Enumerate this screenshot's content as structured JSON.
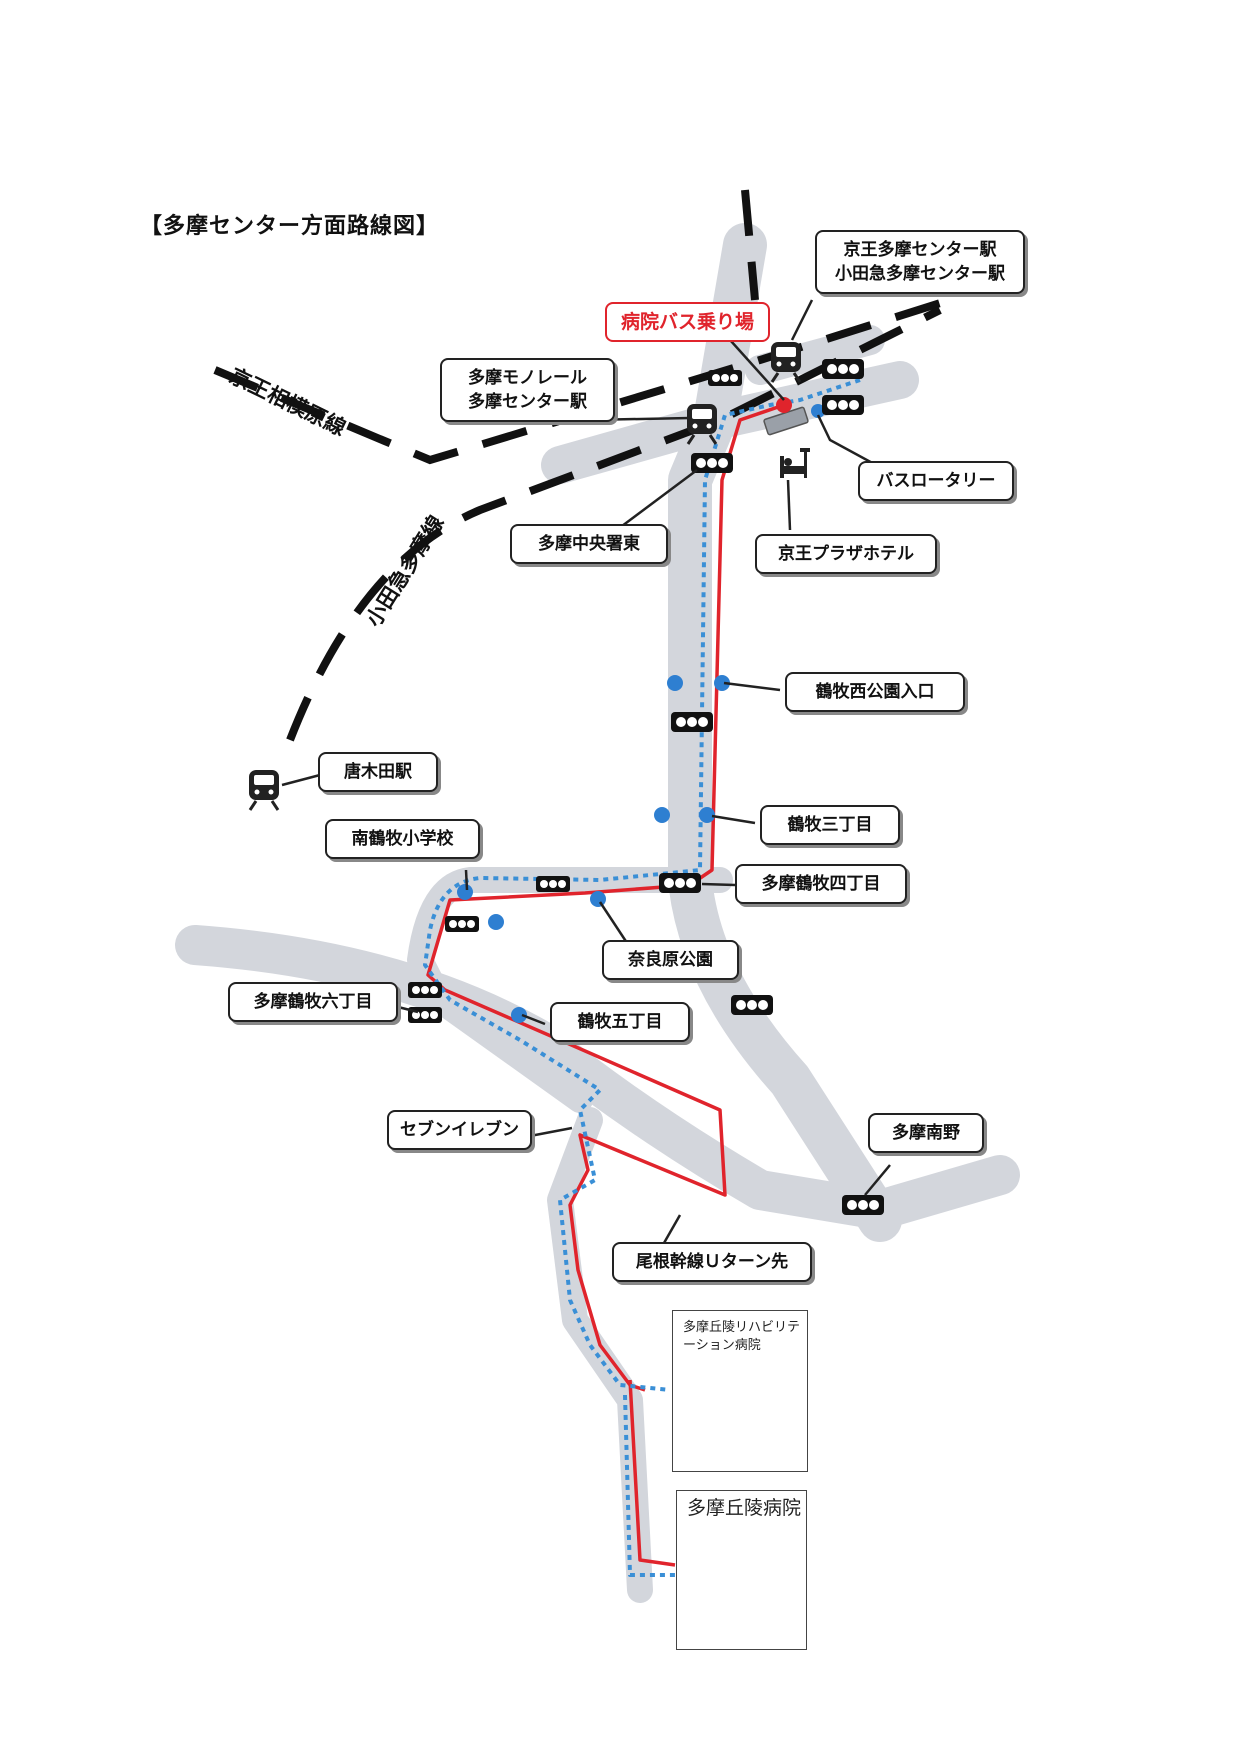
{
  "title": "【多摩センター方面路線図】",
  "rail_lines": {
    "keio_sagamihara": "京王相模原線",
    "odakyu_tama": "小田急多摩線"
  },
  "boarding": "病院バス乗り場",
  "stations": {
    "keio_odakyu": [
      "京王多摩センター駅",
      "小田急多摩センター駅"
    ],
    "monorail": [
      "多摩モノレール",
      "多摩センター駅"
    ],
    "karakida": "唐木田駅"
  },
  "places": {
    "bus_rotary": "バスロータリー",
    "keio_plaza": "京王プラザホテル",
    "tama_chuo_police_east": "多摩中央署東",
    "tsurumaki_nishi_park": "鶴牧西公園入口",
    "tsurumaki_3": "鶴牧三丁目",
    "tama_tsurumaki_4": "多摩鶴牧四丁目",
    "minami_tsurumaki_school": "南鶴牧小学校",
    "narahara_park": "奈良原公園",
    "tama_tsurumaki_6": "多摩鶴牧六丁目",
    "tsurumaki_5": "鶴牧五丁目",
    "seven_eleven": "セブンイレブン",
    "tama_minamino": "多摩南野",
    "one_trunk_uturn": "尾根幹線Ｕターン先"
  },
  "hospitals": {
    "rehab": "多摩丘陵リハビリテーション病院",
    "main": "多摩丘陵病院"
  },
  "colors": {
    "route_outbound": "#e0242c",
    "route_return": "#3a8fd6",
    "road": "#d3d6dc",
    "bus_stop": "#2e7fd1",
    "hospital_green": "#2e9a3a"
  }
}
